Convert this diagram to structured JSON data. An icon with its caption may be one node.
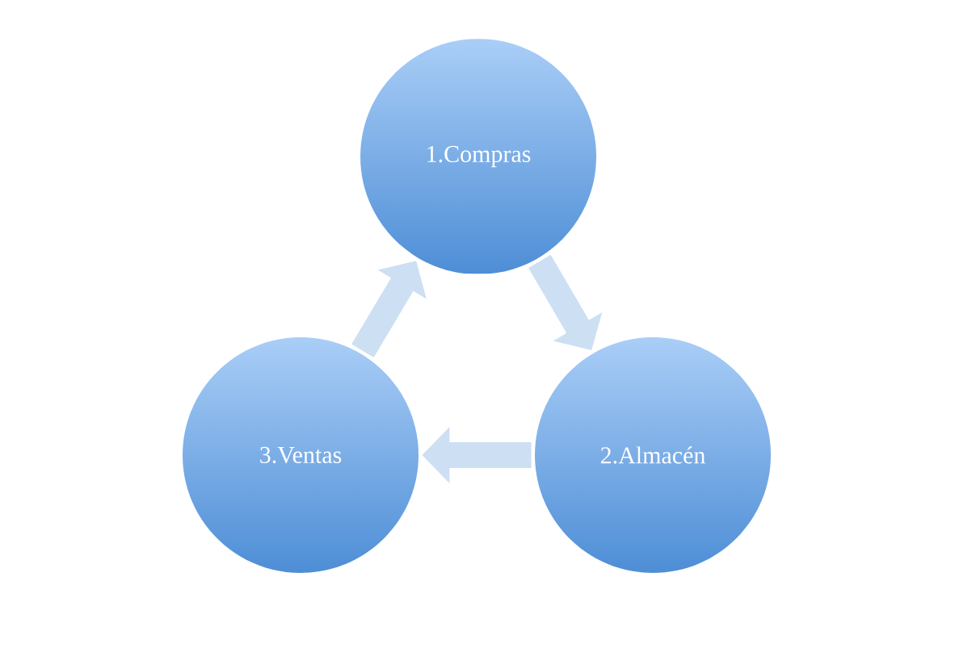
{
  "diagram": {
    "nodes": [
      {
        "text": [
          "1.Compras"
        ]
      },
      {
        "text": [
          "2.Almacén"
        ]
      },
      {
        "text": [
          "3.Ventas"
        ]
      }
    ],
    "edges": [
      {
        "from": 0,
        "to": 1,
        "arrow": "to"
      },
      {
        "from": 1,
        "to": 2,
        "arrow": "to"
      },
      {
        "from": 2,
        "to": 0,
        "arrow": "to"
      }
    ]
  }
}
